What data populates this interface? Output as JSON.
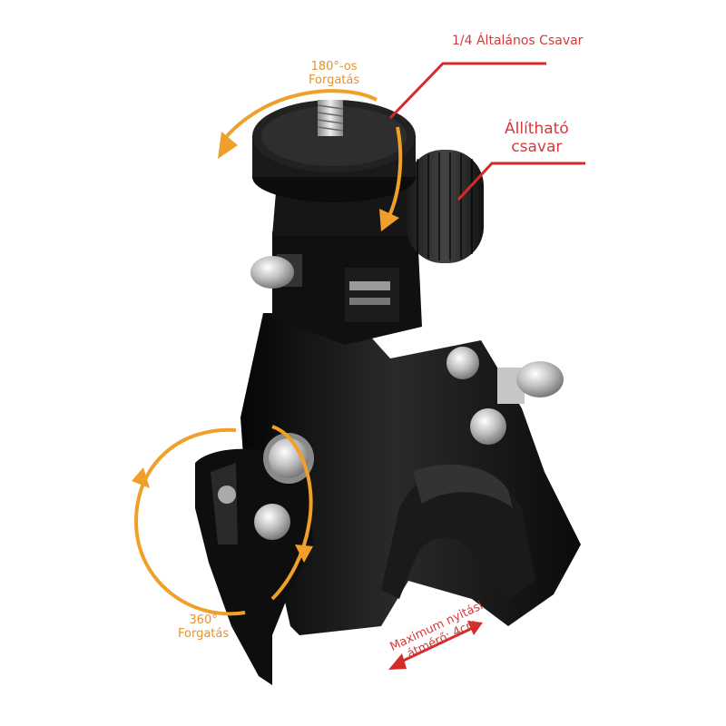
{
  "annotations": {
    "screw_label": "1/4 Általános Csavar",
    "adjust_line1": "Állítható",
    "adjust_line2": "csavar",
    "rot180_line1": "180°-os",
    "rot180_line2": "Forgatás",
    "rot360_line1": "360°",
    "rot360_line2": "Forgatás",
    "opening_line1": "Maximum nyitási",
    "opening_line2": "átmérő: 4cm"
  },
  "colors": {
    "arrow_orange": "#f0a02a",
    "pointer_red": "#d42a2a",
    "body_black": "#121212",
    "metal": "#c8c8c8"
  }
}
